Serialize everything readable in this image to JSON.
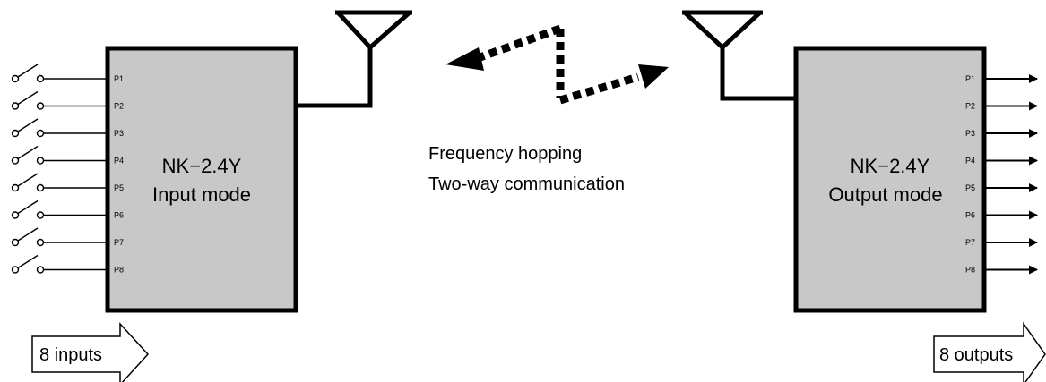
{
  "left_module": {
    "name": "NK−2.4Y",
    "mode": "Input mode",
    "pins": [
      "P1",
      "P2",
      "P3",
      "P4",
      "P5",
      "P6",
      "P7",
      "P8"
    ]
  },
  "right_module": {
    "name": "NK−2.4Y",
    "mode": "Output mode",
    "pins": [
      "P1",
      "P2",
      "P3",
      "P4",
      "P5",
      "P6",
      "P7",
      "P8"
    ]
  },
  "link": {
    "line1": "Frequency hopping",
    "line2": "Two-way communication"
  },
  "inputs_label": "8 inputs",
  "outputs_label": "8 outputs",
  "colors": {
    "module_fill": "#c8c8c8",
    "stroke": "#000000"
  }
}
